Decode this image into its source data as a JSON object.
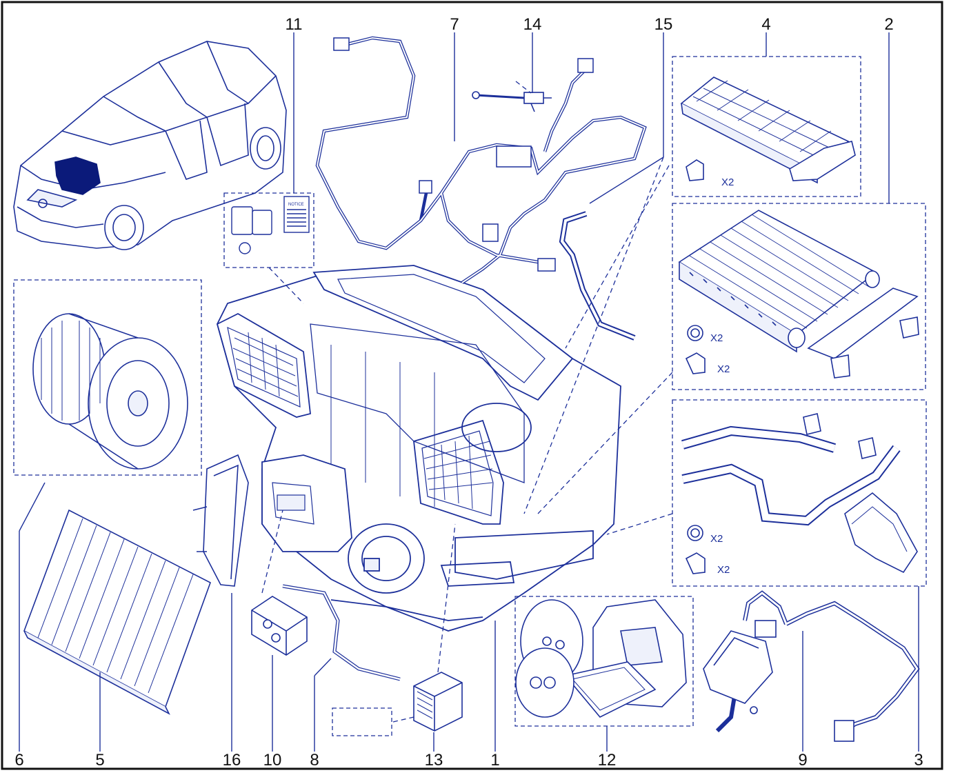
{
  "colors": {
    "line": "#1c2f9a",
    "fill": "#eef1fb",
    "dark": "#0b1a7a",
    "label": "#111111",
    "border": "#111111"
  },
  "callouts": {
    "n1": "1",
    "n2": "2",
    "n3": "3",
    "n4": "4",
    "n5": "5",
    "n6": "6",
    "n7": "7",
    "n8": "8",
    "n9": "9",
    "n10": "10",
    "n11": "11",
    "n12": "12",
    "n13": "13",
    "n14": "14",
    "n15": "15",
    "n16": "16"
  },
  "quantities": {
    "radiator_screw": "X2",
    "heater_seal": "X2",
    "heater_screw": "X2",
    "pipe_seal": "X2",
    "pipe_screw": "X2"
  },
  "notice_label": "NOTICE"
}
